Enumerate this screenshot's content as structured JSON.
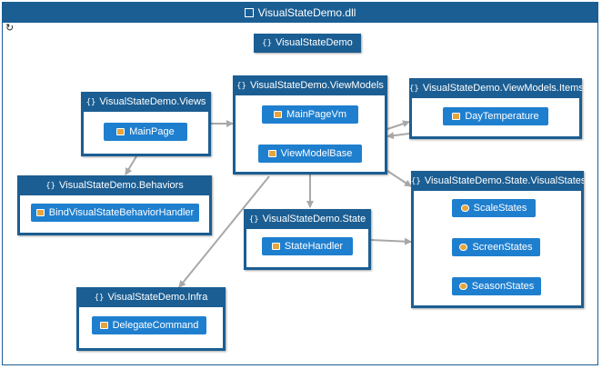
{
  "window": {
    "title": "VisualStateDemo.dll",
    "refresh_icon": "refresh-icon"
  },
  "colors": {
    "namespace": "#1b5e93",
    "class": "#1f7fcf",
    "edge": "#a8a8a8"
  },
  "nodes": {
    "root": {
      "label": "VisualStateDemo"
    },
    "views": {
      "title": "VisualStateDemo.Views",
      "items": [
        "MainPage"
      ]
    },
    "viewmodels": {
      "title": "VisualStateDemo.ViewModels",
      "items": [
        "MainPageVm",
        "ViewModelBase"
      ]
    },
    "viewmodels_items": {
      "title": "VisualStateDemo.ViewModels.Items",
      "items": [
        "DayTemperature"
      ]
    },
    "behaviors": {
      "title": "VisualStateDemo.Behaviors",
      "items": [
        "BindVisualStateBehaviorHandler"
      ]
    },
    "state": {
      "title": "VisualStateDemo.State",
      "items": [
        "StateHandler"
      ]
    },
    "visualstates": {
      "title": "VisualStateDemo.State.VisualStates",
      "items": [
        "ScaleStates",
        "ScreenStates",
        "SeasonStates"
      ]
    },
    "infra": {
      "title": "VisualStateDemo.Infra",
      "items": [
        "DelegateCommand"
      ]
    }
  }
}
